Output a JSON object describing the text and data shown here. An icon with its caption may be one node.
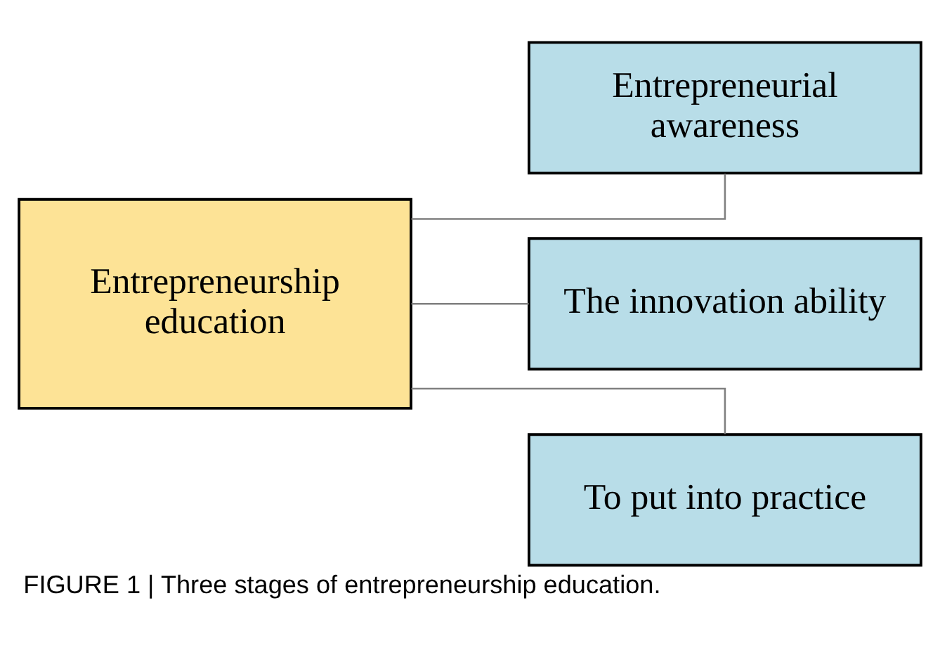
{
  "diagram": {
    "caption": "FIGURE 1 | Three stages of entrepreneurship education.",
    "nodes": [
      {
        "text": [
          "Entrepreneurship education"
        ]
      },
      {
        "text": [
          "Entrepreneurial awareness"
        ]
      },
      {
        "text": [
          "The innovation ability"
        ]
      },
      {
        "text": [
          "To put into practice"
        ]
      }
    ],
    "edges": [
      {
        "from": 0,
        "to": 1,
        "arrow": "none"
      },
      {
        "from": 0,
        "to": 2,
        "arrow": "none"
      },
      {
        "from": 0,
        "to": 3,
        "arrow": "none"
      }
    ]
  }
}
